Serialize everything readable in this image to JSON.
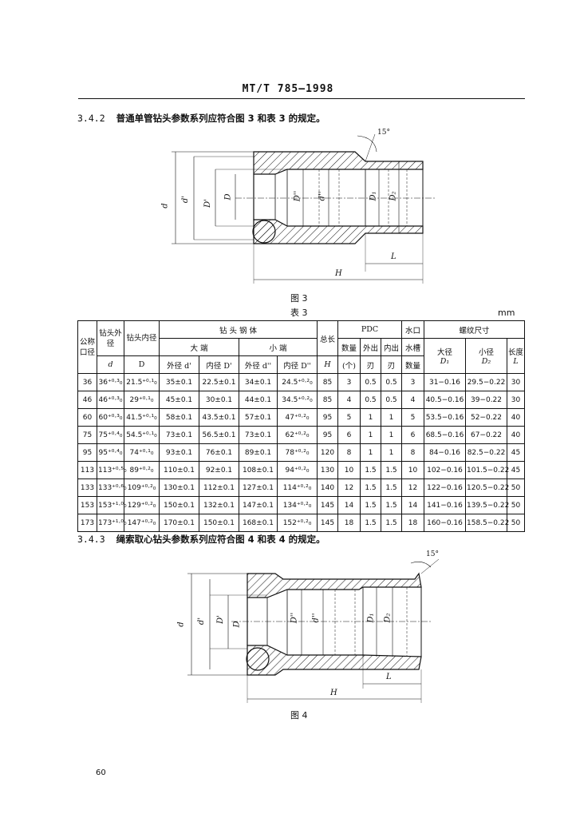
{
  "header": {
    "code": "MT/T 785—1998"
  },
  "clause_342": {
    "number": "3.4.2",
    "text": "普通单管钻头参数系列应符合图 3 和表 3 的规定。"
  },
  "figure3": {
    "caption": "图 3",
    "labels": {
      "angle": "15°",
      "d": "d",
      "dprime": "d'",
      "Dprime": "D'",
      "D": "D",
      "Dpp": "D''",
      "dpp": "d''",
      "D1": "D₁",
      "D2": "D₂",
      "L": "L",
      "H": "H"
    }
  },
  "table3": {
    "title": "表 3",
    "unit": "mm",
    "headers": {
      "nominal": "公称口径",
      "outer": "钻头外径",
      "outer_sym": "d",
      "inner": "钻头内径",
      "inner_sym": "D",
      "body": "钻 头 钢 体",
      "big_end": "大 端",
      "small_end": "小 端",
      "big_outer": "外径 d'",
      "big_inner": "内径 D'",
      "small_outer": "外径 d''",
      "small_inner": "内径 D''",
      "length": "总长",
      "length_sym": "H",
      "pdc": "PDC",
      "pdc_count": "数量",
      "pdc_count_unit": "(个)",
      "pdc_out": "外出",
      "pdc_in": "内出",
      "pdc_edge": "刃",
      "water": "水口",
      "water2": "水槽",
      "water3": "数量",
      "thread": "螺纹尺寸",
      "major": "大径",
      "major_sym": "D₁",
      "minor": "小径",
      "minor_sym": "D₂",
      "tlen": "长度",
      "tlen_sym": "L"
    },
    "rows": [
      [
        "36",
        "36⁺⁰·³₀",
        "21.5⁺⁰·¹₀",
        "35±0.1",
        "22.5±0.1",
        "34±0.1",
        "24.5⁺⁰·²₀",
        "85",
        "3",
        "0.5",
        "0.5",
        "3",
        "31−0.16",
        "29.5−0.22",
        "30"
      ],
      [
        "46",
        "46⁺⁰·³₀",
        "29⁺⁰·¹₀",
        "45±0.1",
        "30±0.1",
        "44±0.1",
        "34.5⁺⁰·²₀",
        "85",
        "4",
        "0.5",
        "0.5",
        "4",
        "40.5−0.16",
        "39−0.22",
        "30"
      ],
      [
        "60",
        "60⁺⁰·³₀",
        "41.5⁺⁰·¹₀",
        "58±0.1",
        "43.5±0.1",
        "57±0.1",
        "47⁺⁰·²₀",
        "95",
        "5",
        "1",
        "1",
        "5",
        "53.5−0.16",
        "52−0.22",
        "40"
      ],
      [
        "75",
        "75⁺⁰·⁴₀",
        "54.5⁺⁰·¹₀",
        "73±0.1",
        "56.5±0.1",
        "73±0.1",
        "62⁺⁰·²₀",
        "95",
        "6",
        "1",
        "1",
        "6",
        "68.5−0.16",
        "67−0.22",
        "40"
      ],
      [
        "95",
        "95⁺⁰·⁴₀",
        "74⁺⁰·¹₀",
        "93±0.1",
        "76±0.1",
        "89±0.1",
        "78⁺⁰·²₀",
        "120",
        "8",
        "1",
        "1",
        "8",
        "84−0.16",
        "82.5−0.22",
        "45"
      ],
      [
        "113",
        "113⁺⁰·⁵₀",
        "89⁺⁰·²₀",
        "110±0.1",
        "92±0.1",
        "108±0.1",
        "94⁺⁰·²₀",
        "130",
        "10",
        "1.5",
        "1.5",
        "10",
        "102−0.16",
        "101.5−0.22",
        "45"
      ],
      [
        "133",
        "133⁺⁰·⁶₀",
        "109⁺⁰·²₀",
        "130±0.1",
        "112±0.1",
        "127±0.1",
        "114⁺⁰·²₀",
        "140",
        "12",
        "1.5",
        "1.5",
        "12",
        "122−0.16",
        "120.5−0.22",
        "50"
      ],
      [
        "153",
        "153⁺¹·⁰₀",
        "129⁺⁰·²₀",
        "150±0.1",
        "132±0.1",
        "147±0.1",
        "134⁺⁰·²₀",
        "145",
        "14",
        "1.5",
        "1.5",
        "14",
        "141−0.16",
        "139.5−0.22",
        "50"
      ],
      [
        "173",
        "173⁺¹·⁰₀",
        "147⁺⁰·²₀",
        "170±0.1",
        "150±0.1",
        "168±0.1",
        "152⁺⁰·²₀",
        "145",
        "18",
        "1.5",
        "1.5",
        "18",
        "160−0.16",
        "158.5−0.22",
        "50"
      ]
    ]
  },
  "clause_343": {
    "number": "3.4.3",
    "text": "绳索取心钻头参数系列应符合图 4 和表 4 的规定。"
  },
  "figure4": {
    "caption": "图 4",
    "labels": {
      "angle": "15°",
      "d": "d",
      "dprime": "d'",
      "Dprime": "D'",
      "D": "D",
      "Dpp": "D''",
      "dpp": "d''",
      "D1": "D₁",
      "D2": "D₂",
      "L": "L",
      "H": "H"
    }
  },
  "page": {
    "number": "60"
  }
}
